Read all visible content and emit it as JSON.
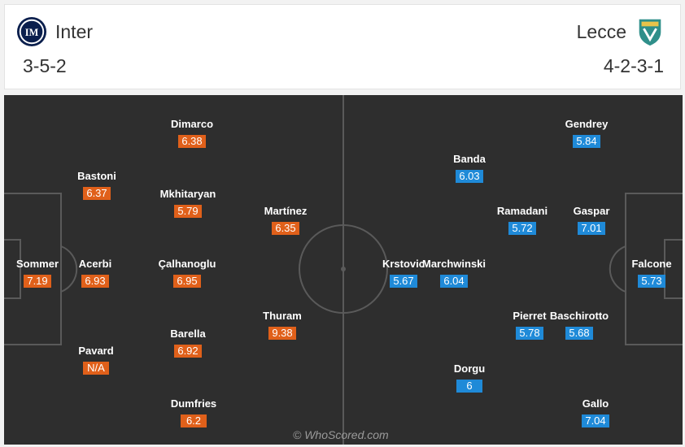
{
  "home": {
    "name": "Inter",
    "formation": "3-5-2",
    "color": "#e0601a",
    "logo": "inter-crest-icon",
    "players": [
      {
        "name": "Sommer",
        "rating": "7.19"
      },
      {
        "name": "Bastoni",
        "rating": "6.37"
      },
      {
        "name": "Acerbi",
        "rating": "6.93"
      },
      {
        "name": "Pavard",
        "rating": "N/A"
      },
      {
        "name": "Dimarco",
        "rating": "6.38"
      },
      {
        "name": "Mkhitaryan",
        "rating": "5.79"
      },
      {
        "name": "Çalhanoglu",
        "rating": "6.95"
      },
      {
        "name": "Barella",
        "rating": "6.92"
      },
      {
        "name": "Dumfries",
        "rating": "6.2"
      },
      {
        "name": "Martínez",
        "rating": "6.35"
      },
      {
        "name": "Thuram",
        "rating": "9.38"
      }
    ]
  },
  "away": {
    "name": "Lecce",
    "formation": "4-2-3-1",
    "color": "#1f8ad8",
    "logo": "lecce-crest-icon",
    "players": [
      {
        "name": "Gendrey",
        "rating": "5.84"
      },
      {
        "name": "Banda",
        "rating": "6.03"
      },
      {
        "name": "Ramadani",
        "rating": "5.72"
      },
      {
        "name": "Gaspar",
        "rating": "7.01"
      },
      {
        "name": "Krstovic",
        "rating": "5.67"
      },
      {
        "name": "Marchwinski",
        "rating": "6.04"
      },
      {
        "name": "Falcone",
        "rating": "5.73"
      },
      {
        "name": "Pierret",
        "rating": "5.78"
      },
      {
        "name": "Baschirotto",
        "rating": "5.68"
      },
      {
        "name": "Dorgu",
        "rating": "6"
      },
      {
        "name": "Gallo",
        "rating": "7.04"
      }
    ]
  },
  "watermark": "© WhoScored.com"
}
